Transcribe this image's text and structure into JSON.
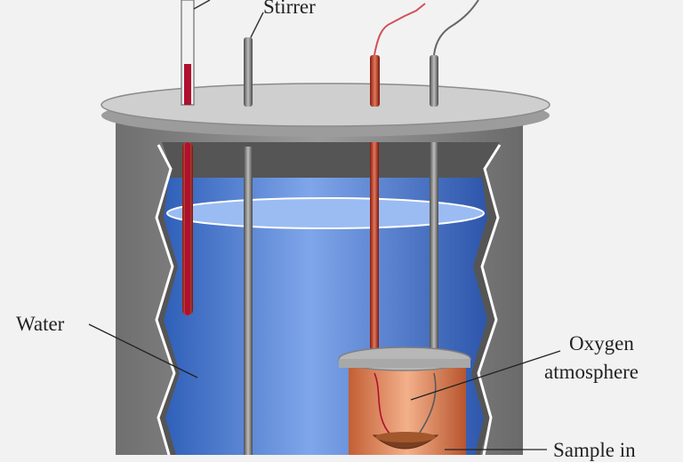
{
  "labels": {
    "stirrer": "Stirrer",
    "water": "Water",
    "oxygen_line1": "Oxygen",
    "oxygen_line2": "atmosphere",
    "sample": "Sample in"
  },
  "colors": {
    "background": "#f2f2f2",
    "lid": "#c9c9c9",
    "vessel_wall": "#8e8e8e",
    "water": "#4f7ed6",
    "thermometer_mercury": "#b01030",
    "ignition_wire": "#d0505a",
    "bomb_copper": "#e0875a"
  }
}
